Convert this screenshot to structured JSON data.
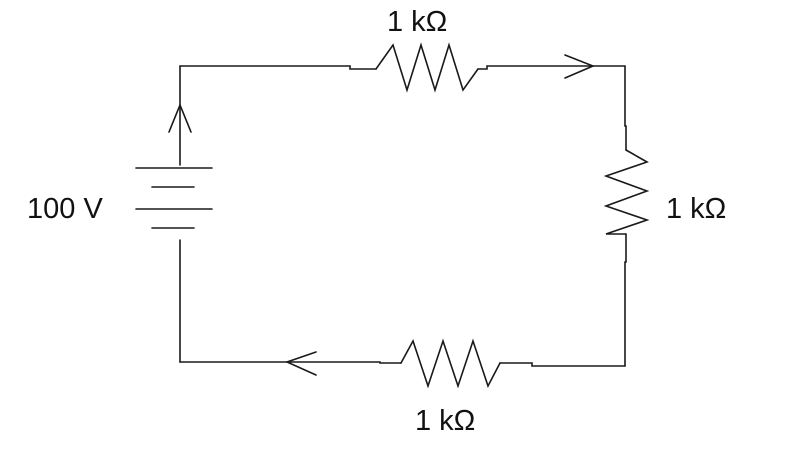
{
  "circuit": {
    "battery": {
      "label": "100 V"
    },
    "resistor_top": {
      "label": "1 kΩ"
    },
    "resistor_right": {
      "label": "1 kΩ"
    },
    "resistor_bottom": {
      "label": "1 kΩ"
    }
  }
}
